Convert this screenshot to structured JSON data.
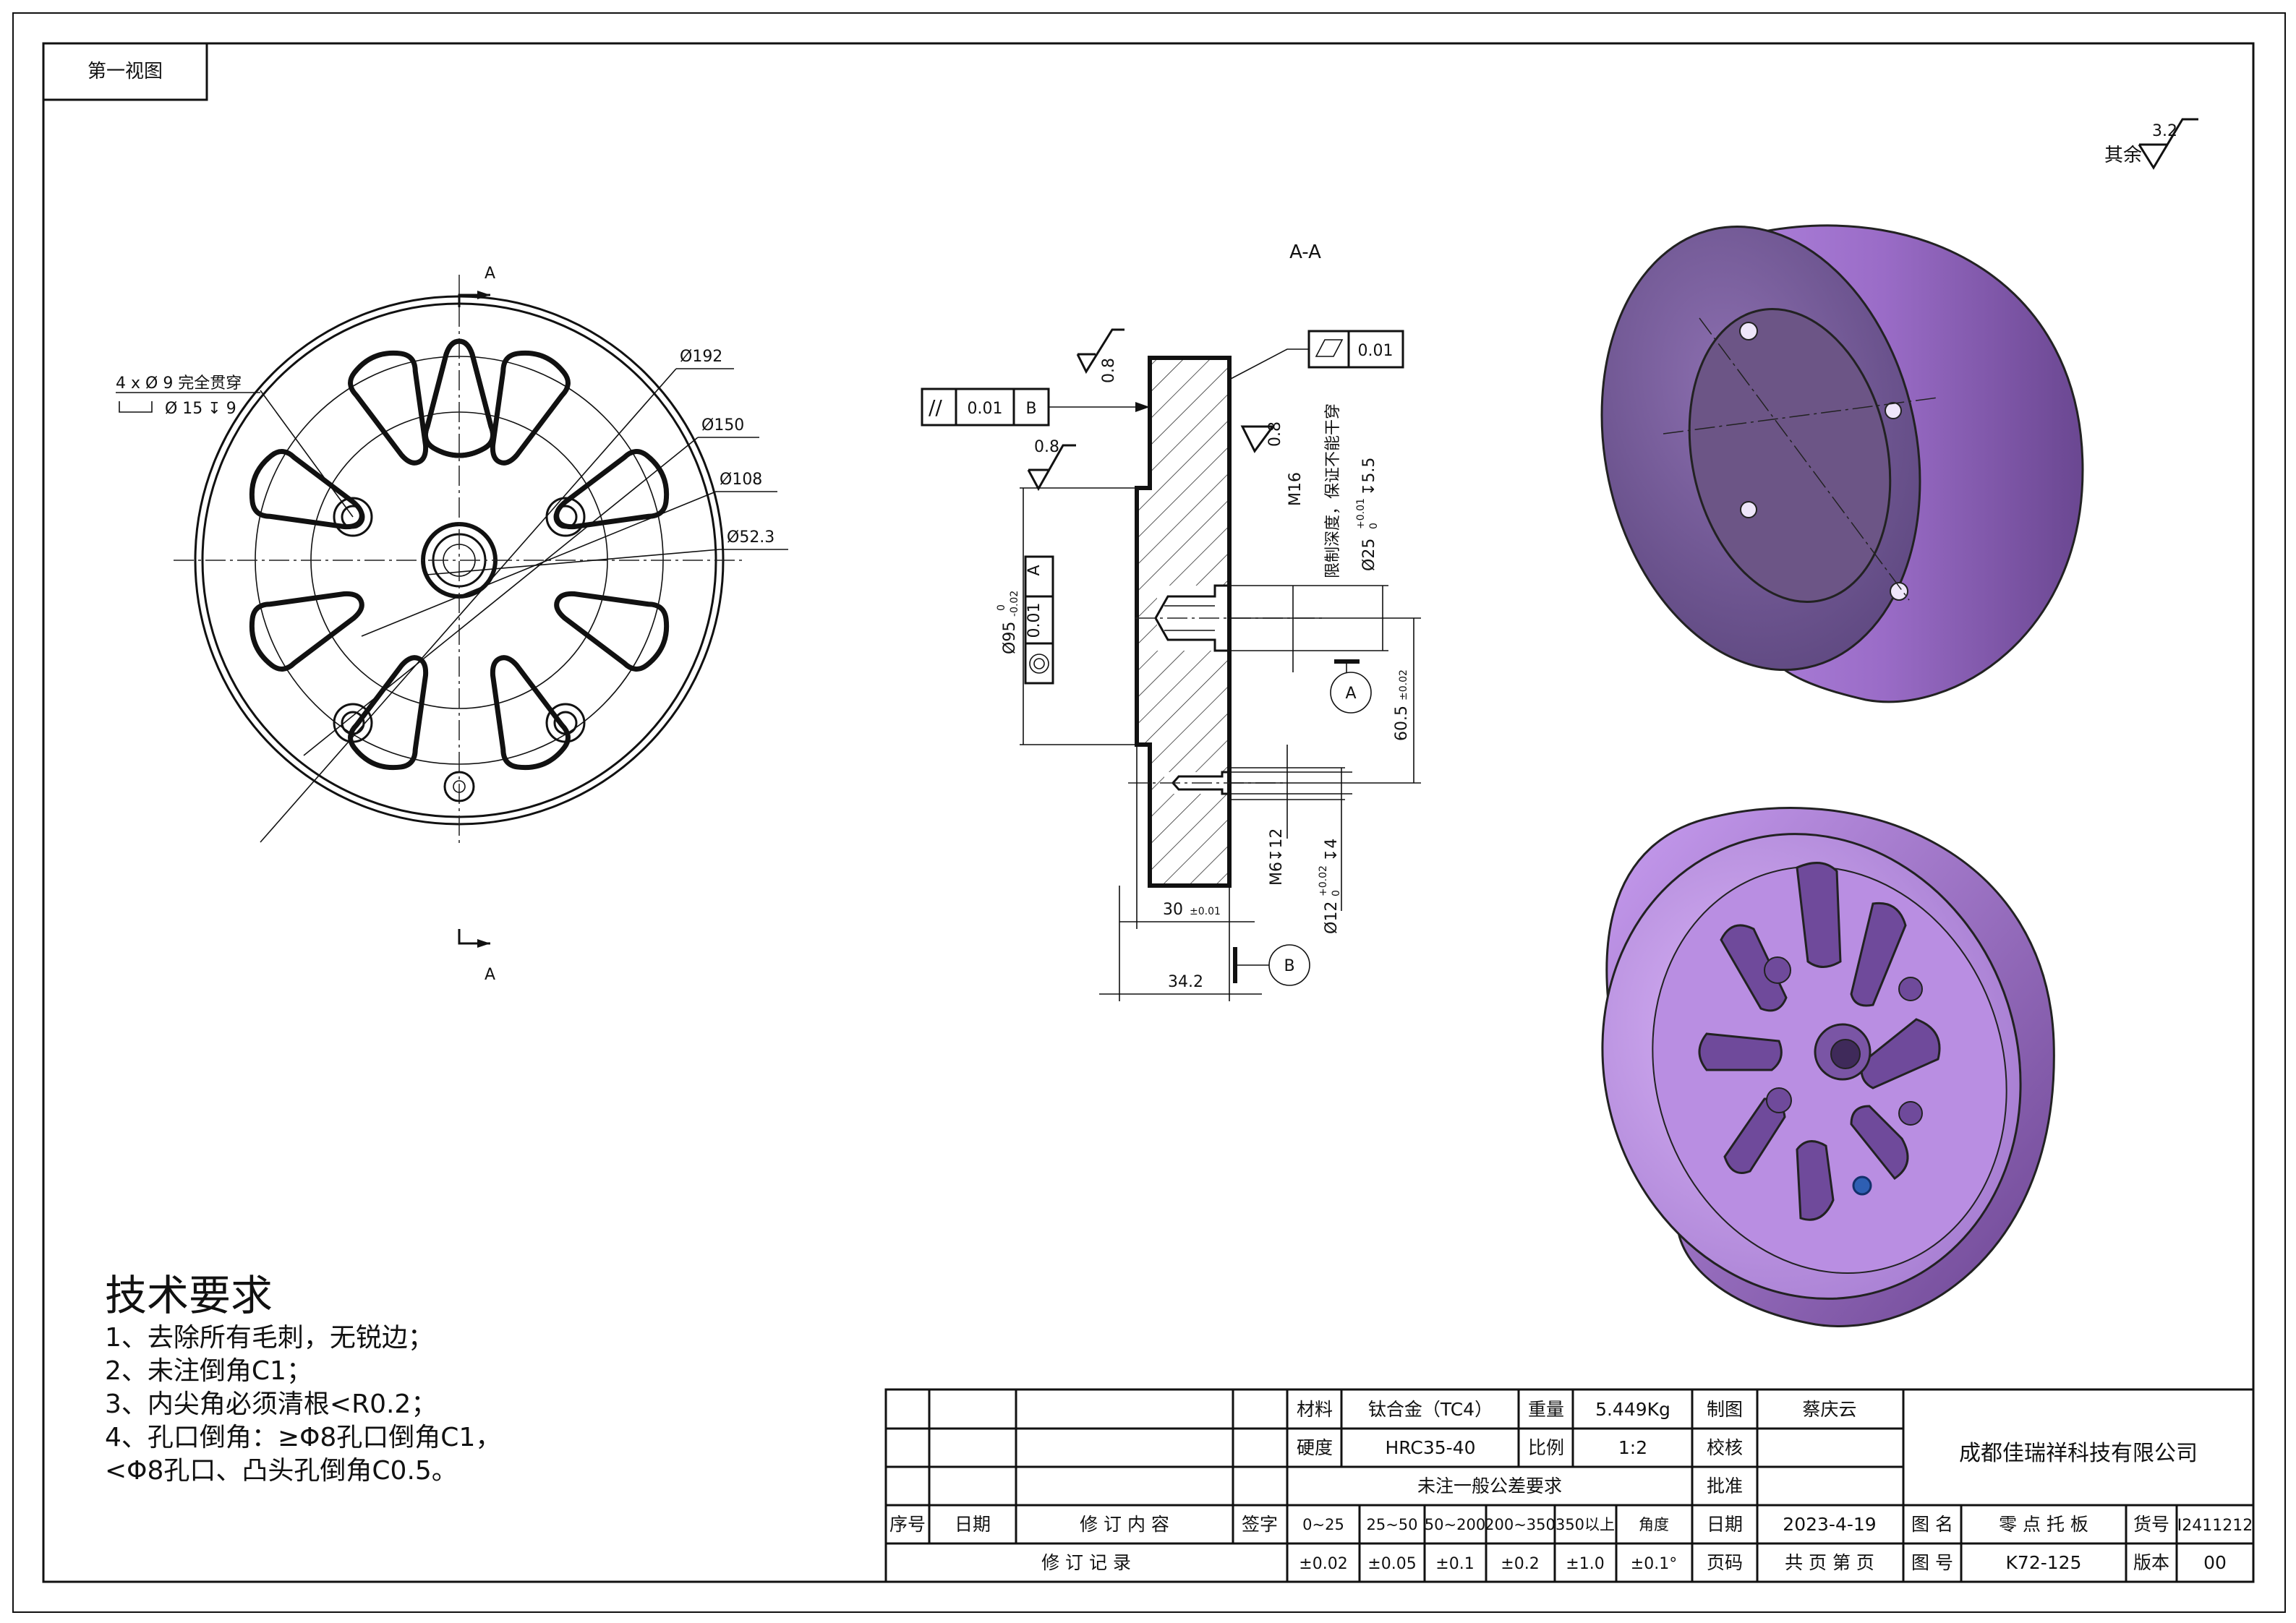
{
  "view": {
    "label": "第一视图"
  },
  "section_marks": {
    "top": "A",
    "bottom": "A",
    "section_title": "A-A"
  },
  "roughness": {
    "general_label": "其余",
    "general_value": "3.2",
    "face_value": "0.8"
  },
  "front_view": {
    "hole_callout_line1": "4 x Ø 9 完全贯穿",
    "hole_callout_line2": "Ø 15 ↧ 9",
    "dia_192": "Ø192",
    "dia_150": "Ø150",
    "dia_108": "Ø108",
    "dia_52": "Ø52.3"
  },
  "section_view": {
    "parallel_tol": "//",
    "parallel_value": "0.01",
    "parallel_datum": "B",
    "flat_value": "0.01",
    "conc_value": "0.01",
    "conc_datum": "A",
    "dia_95": "Ø95",
    "dia_95_upper": "0",
    "dia_95_lower": "-0.02",
    "m16_label": "M16",
    "m16_note_1": "限制深度，保证不能干穿",
    "dia_25": "Ø25",
    "dia_25_upper": "+0.01",
    "dia_25_lower": "0",
    "dia_25_depth": "↧5.5",
    "dim_60": "60.5",
    "dim_60_tol": "±0.02",
    "datum_a": "A",
    "datum_b": "B",
    "m6_label": "M6↧12",
    "dia_12": "Ø12",
    "dia_12_upper": "+0.02",
    "dia_12_lower": "0",
    "dia_12_depth": "↧4",
    "dim_30": "30",
    "dim_30_tol": "±0.01",
    "dim_34": "34.2"
  },
  "tech_requirements": {
    "title": "技术要求",
    "items": [
      "1、去除所有毛刺，无锐边；",
      "2、未注倒角C1；",
      "3、内尖角必须清根<R0.2；",
      "4、孔口倒角：≥Φ8孔口倒角C1，",
      "<Φ8孔口、凸头孔倒角C0.5。"
    ]
  },
  "title_block": {
    "material_label": "材料",
    "material_value": "钛合金（TC4）",
    "weight_label": "重量",
    "weight_value": "5.449Kg",
    "drawn_label": "制图",
    "drawn_value": "蔡庆云",
    "hardness_label": "硬度",
    "hardness_value": "HRC35-40",
    "scale_label": "比例",
    "scale_value": "1:2",
    "check_label": "校核",
    "approve_label": "批准",
    "general_tol_label": "未注一般公差要求",
    "date_label": "日期",
    "date_value": "2023-4-19",
    "page_label": "页码",
    "page_value": "共 页  第 页",
    "company": "成都佳瑞祥科技有限公司",
    "name_label": "图  名",
    "name_value": "零 点 托 板",
    "code_label": "图  号",
    "code_value": "K72-125",
    "part_no_label": "货号",
    "part_no_value": "I2411212",
    "version_label": "版本",
    "version_value": "00",
    "rev_headers": [
      "序号",
      "日期",
      "修 订 内 容",
      "签字"
    ],
    "rev_record": "修 订 记 录",
    "tol_ranges": [
      "0~25",
      "25~50",
      "50~200",
      "200~350",
      "350以上",
      "角度"
    ],
    "tol_values": [
      "±0.02",
      "±0.05",
      "±0.1",
      "±0.2",
      "±1.0",
      "±0.1°"
    ]
  }
}
